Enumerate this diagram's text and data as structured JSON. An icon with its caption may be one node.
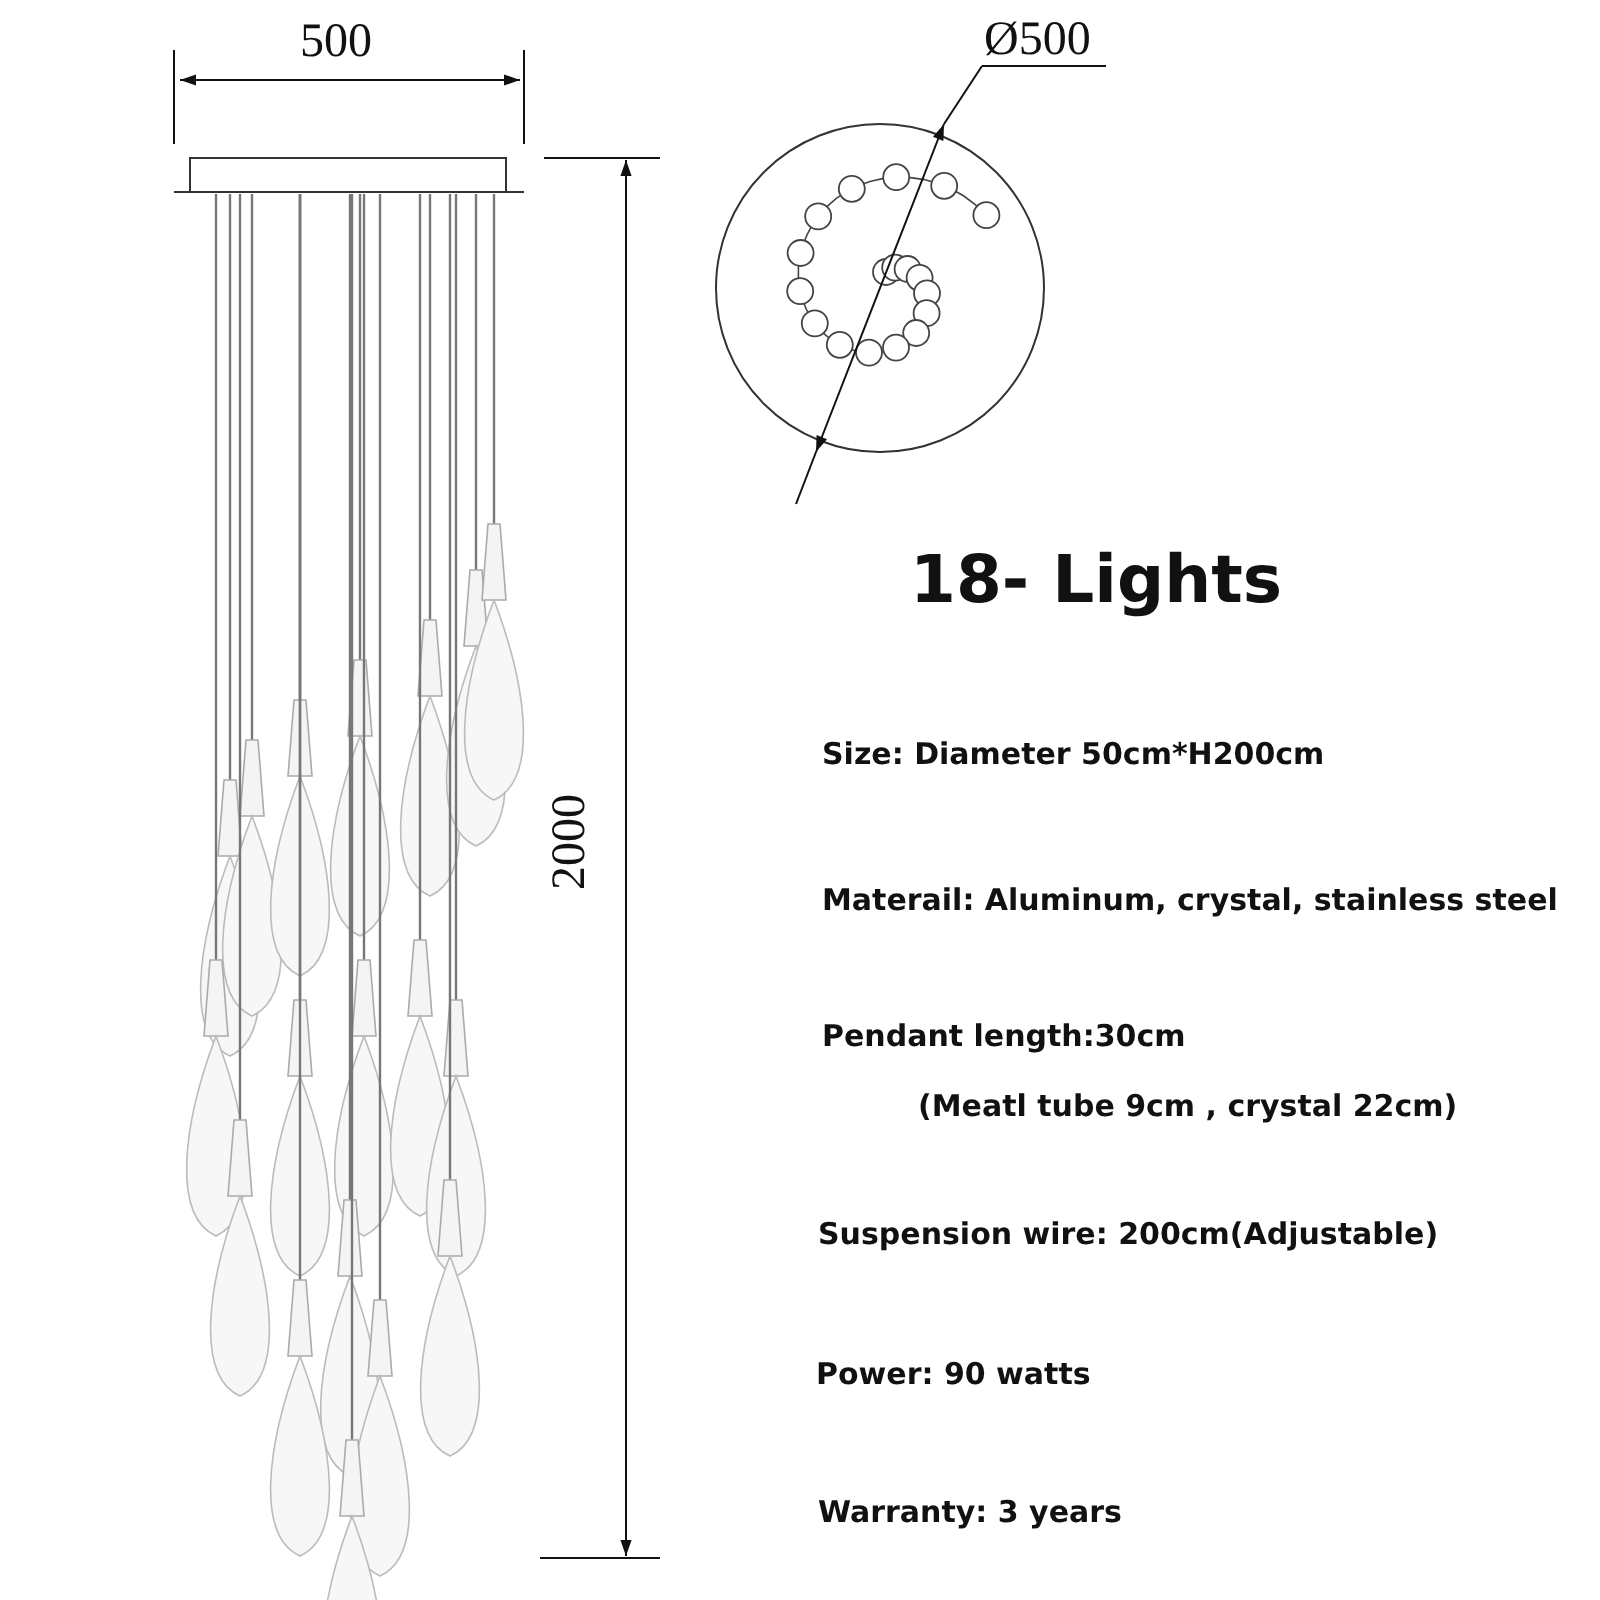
{
  "diagram": {
    "title": "18- Lights",
    "labels": [
      "500",
      "Ø500",
      "2000",
      "Size: Diameter 50cm*H200cm",
      "Materail: Aluminum, crystal, stainless steel",
      "Pendant length:30cm",
      "(Meatl tube 9cm , crystal 22cm)",
      "Suspension wire: 200cm(Adjustable)",
      "Power: 90 watts",
      "Warranty: 3 years"
    ]
  }
}
